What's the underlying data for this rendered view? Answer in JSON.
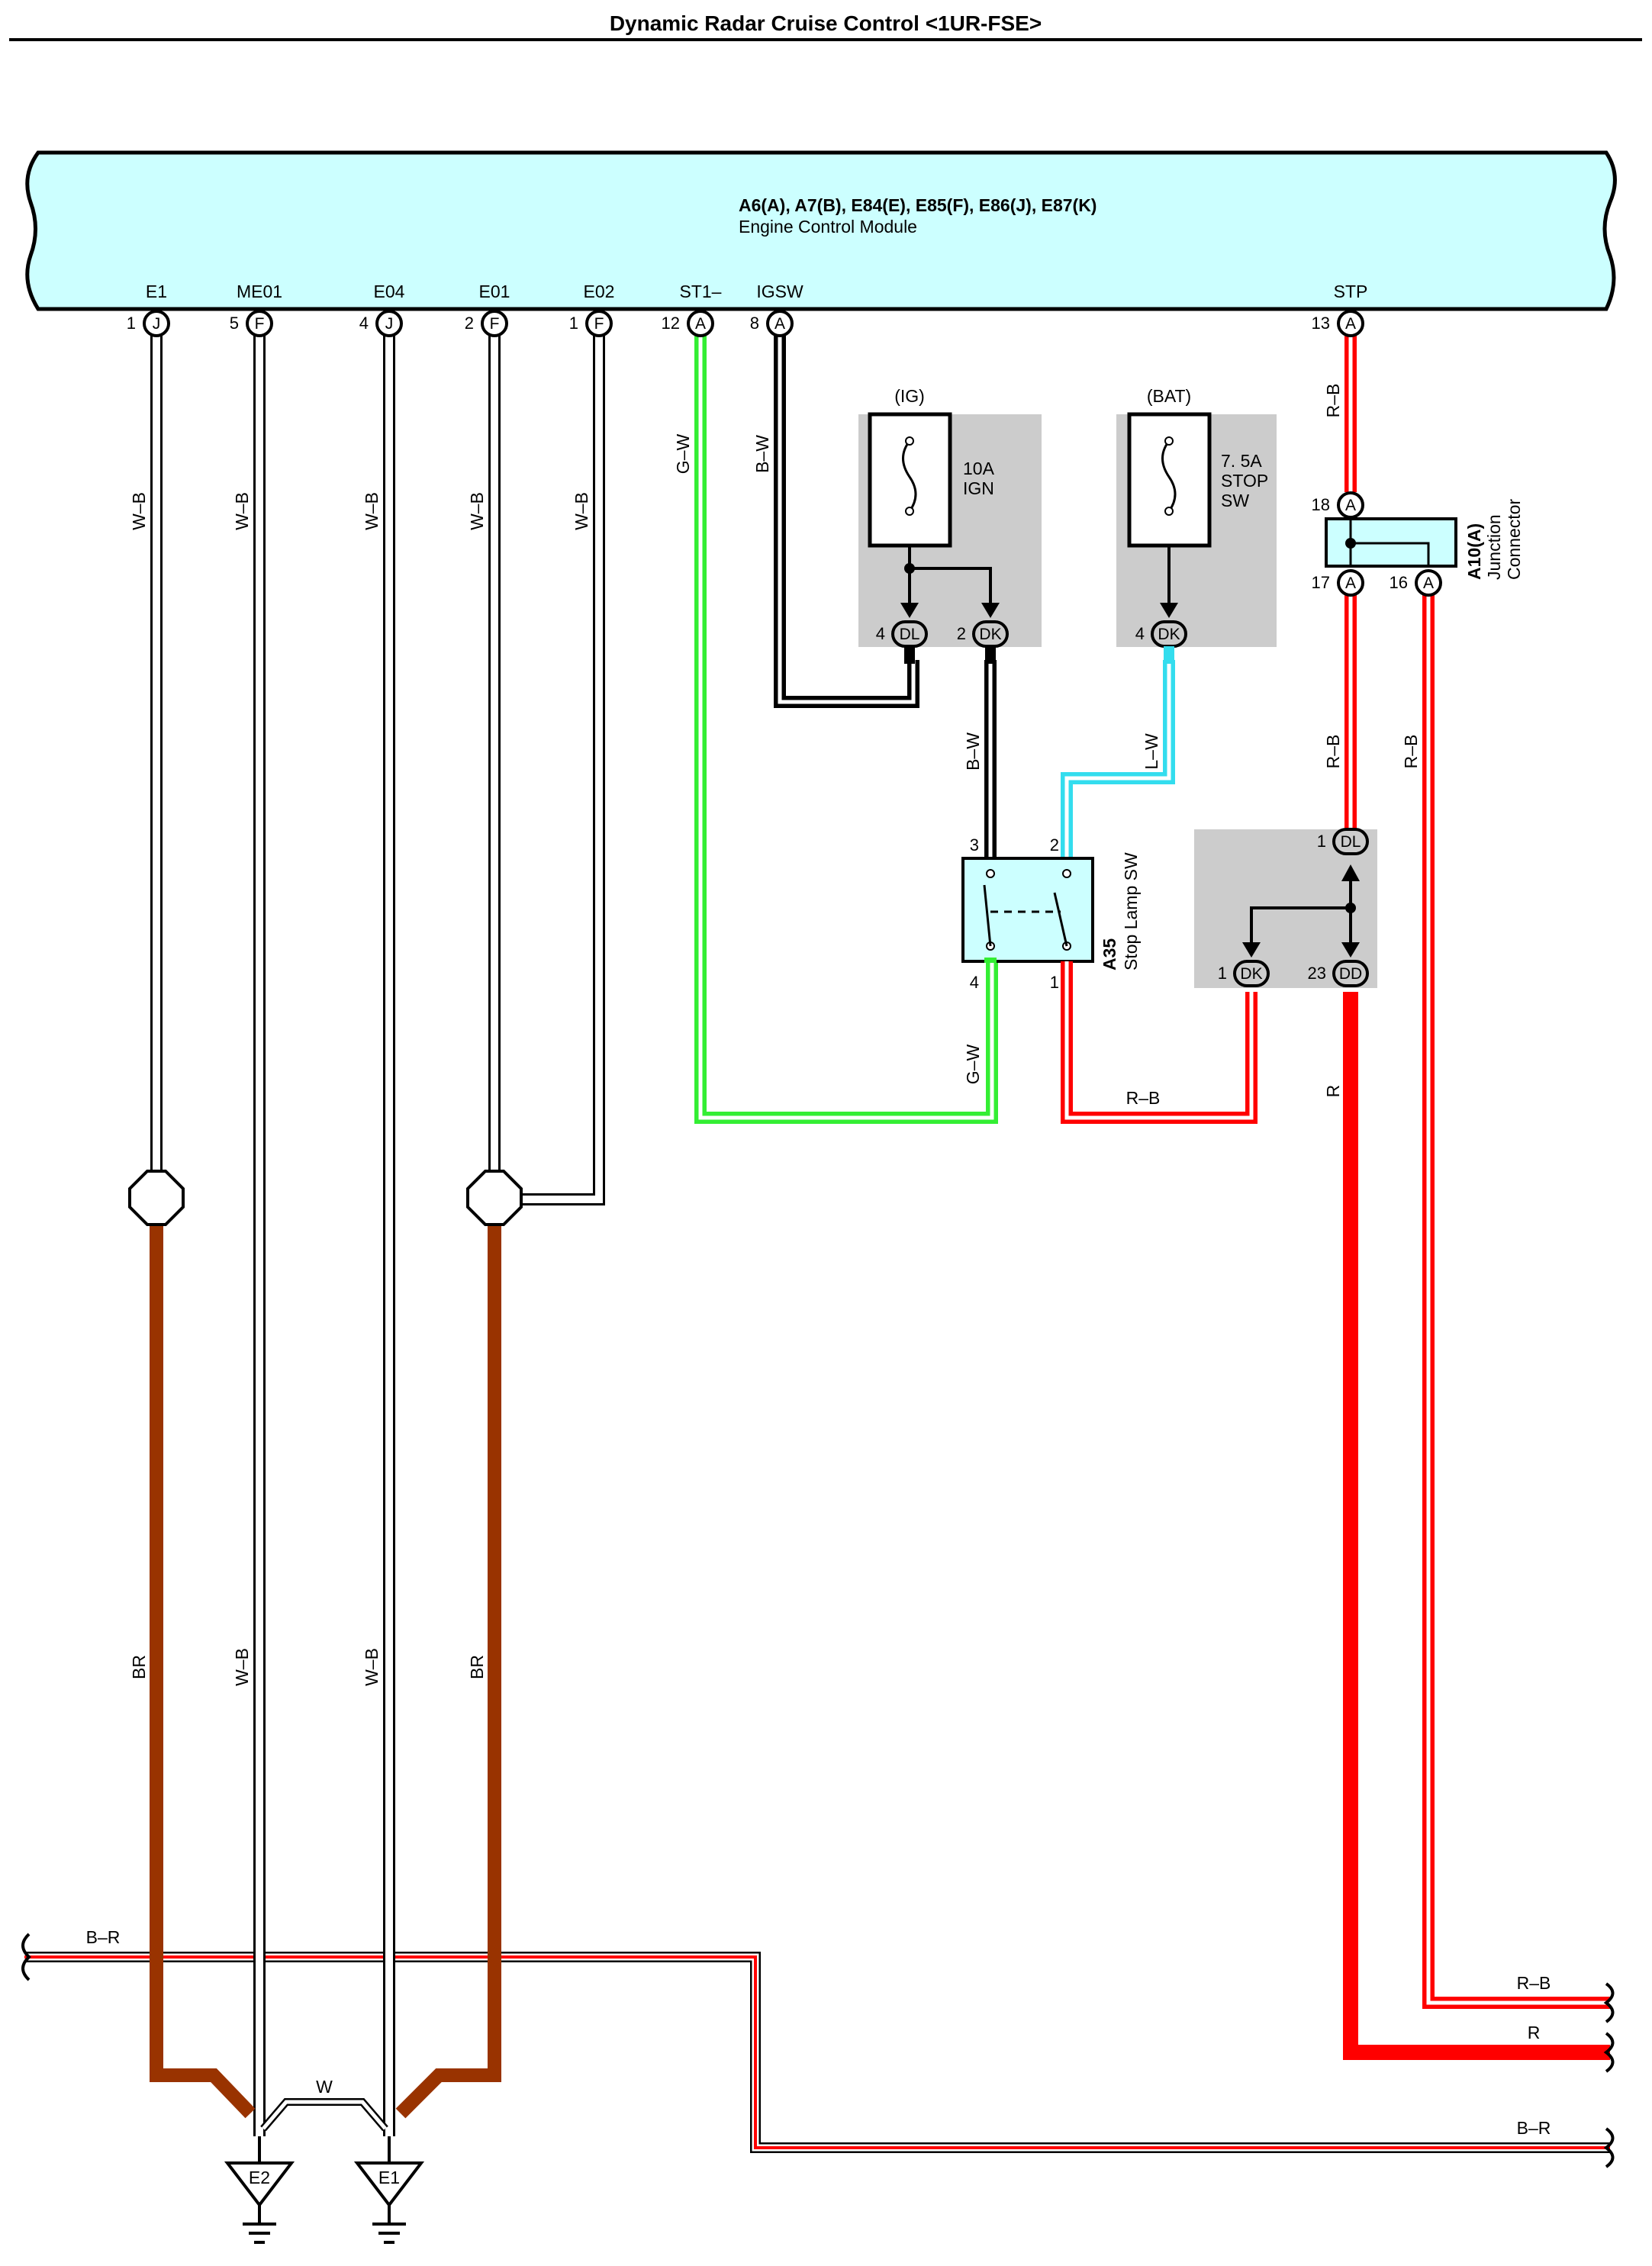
{
  "title": "Dynamic Radar Cruise Control <1UR-FSE>",
  "ecm": {
    "connectors": "A6(A), A7(B), E84(E), E85(F), E86(J), E87(K)",
    "name": "Engine Control Module",
    "terminals": [
      {
        "name": "E1",
        "pin": "1",
        "conn": "J"
      },
      {
        "name": "ME01",
        "pin": "5",
        "conn": "F"
      },
      {
        "name": "E04",
        "pin": "4",
        "conn": "J"
      },
      {
        "name": "E01",
        "pin": "2",
        "conn": "F"
      },
      {
        "name": "E02",
        "pin": "1",
        "conn": "F"
      },
      {
        "name": "ST1–",
        "pin": "12",
        "conn": "A"
      },
      {
        "name": "IGSW",
        "pin": "8",
        "conn": "A"
      },
      {
        "name": "STP",
        "pin": "13",
        "conn": "A"
      }
    ]
  },
  "wires": {
    "wb": "W–B",
    "gw": "G–W",
    "bw": "B–W",
    "lw": "L–W",
    "rb": "R–B",
    "r": "R",
    "br": "BR",
    "w": "W",
    "b_r": "B–R"
  },
  "fuses": {
    "ig": {
      "supply": "(IG)",
      "rating": "10A",
      "name": "IGN"
    },
    "bat": {
      "supply": "(BAT)",
      "rating": "7. 5A",
      "name_1": "STOP",
      "name_2": "SW"
    }
  },
  "fuse_connectors": {
    "ig_dl": {
      "pin": "4",
      "code": "DL"
    },
    "ig_dk": {
      "pin": "2",
      "code": "DK"
    },
    "bat_dk": {
      "pin": "4",
      "code": "DK"
    }
  },
  "junction_connector": {
    "id": "A10(A)",
    "name_1": "Junction",
    "name_2": "Connector",
    "pins": [
      {
        "pin": "18",
        "conn": "A"
      },
      {
        "pin": "17",
        "conn": "A"
      },
      {
        "pin": "16",
        "conn": "A"
      }
    ]
  },
  "stop_lamp_sw": {
    "id": "A35",
    "name": "Stop Lamp SW",
    "pins": [
      "3",
      "2",
      "4",
      "1"
    ]
  },
  "junction_block": {
    "dl": {
      "pin": "1",
      "code": "DL"
    },
    "dk": {
      "pin": "1",
      "code": "DK"
    },
    "dd": {
      "pin": "23",
      "code": "DD"
    }
  },
  "grounds": {
    "e2": "E2",
    "e1": "E1"
  },
  "colors": {
    "ecm_fill": "#ccffff",
    "gray_box": "#cccccc",
    "brown": "#993300",
    "red": "#ff0000",
    "green": "#33ee33",
    "cyan": "#33ddee",
    "black": "#000000"
  }
}
